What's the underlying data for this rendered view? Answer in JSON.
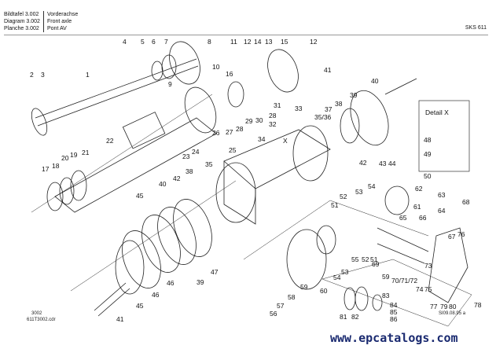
{
  "header": {
    "rows": [
      {
        "code": "Bildtafel 3.002",
        "title": "Vorderachse"
      },
      {
        "code": "Diagram 3.002",
        "title": "Front axle"
      },
      {
        "code": "Planche 3.002",
        "title": "Pont AV"
      }
    ],
    "model": "SKS 611"
  },
  "detail_box": {
    "title": "Detail X"
  },
  "part_labels": [
    "4",
    "5",
    "6",
    "7",
    "8",
    "10",
    "9",
    "11",
    "12",
    "14",
    "13",
    "15",
    "12",
    "16",
    "2",
    "3",
    "1",
    "41",
    "40",
    "39",
    "31",
    "33",
    "37",
    "38",
    "35/36",
    "32",
    "26",
    "27",
    "28",
    "29",
    "30",
    "28",
    "22",
    "24",
    "23",
    "25",
    "34",
    "X",
    "42",
    "43",
    "44",
    "17",
    "18",
    "20",
    "19",
    "21",
    "35",
    "38",
    "42",
    "40",
    "45",
    "48",
    "49",
    "50",
    "62",
    "63",
    "54",
    "53",
    "52",
    "51",
    "61",
    "68",
    "64",
    "65",
    "66",
    "67",
    "76",
    "55",
    "52",
    "51",
    "54",
    "53",
    "60",
    "39",
    "47",
    "46",
    "46",
    "45",
    "41",
    "59",
    "58",
    "57",
    "56",
    "69",
    "59",
    "70/71/72",
    "74",
    "75",
    "73",
    "77",
    "79",
    "80",
    "78",
    "81",
    "82",
    "83",
    "84",
    "85",
    "86"
  ],
  "footer": {
    "sheet": "3002",
    "file": "611T3002.cdr",
    "revision": "SI09.08.95 a"
  },
  "watermark": "www.epcatalogs.com"
}
